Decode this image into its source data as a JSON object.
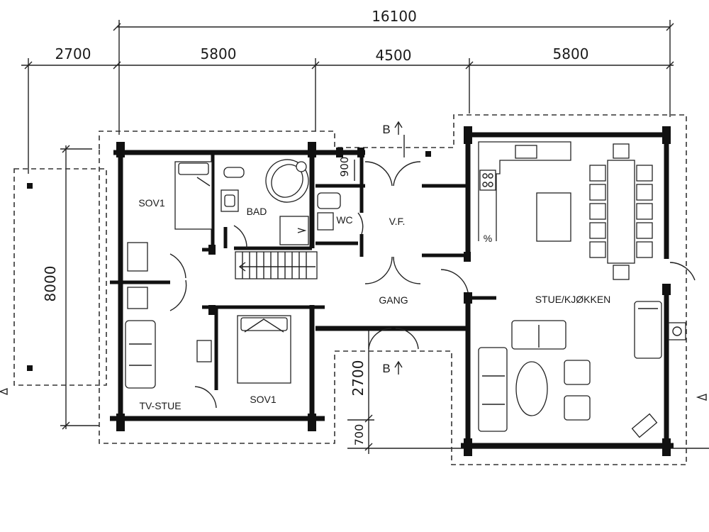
{
  "dimensions": {
    "total_width": "16100",
    "seg_left": "2700",
    "seg_1": "5800",
    "seg_2": "4500",
    "seg_3": "5800",
    "depth": "8000",
    "porch_depth": "2700",
    "porch_offset": "700",
    "corridor": "900"
  },
  "rooms": {
    "sov1_top": "SOV1",
    "bad": "BAD",
    "wc": "WC",
    "vf": "V.F.",
    "gang": "GANG",
    "stue_kjokken": "STUE/KJØKKEN",
    "tv_stue": "TV-STUE",
    "sov1_bottom": "SOV1"
  },
  "section_marks": {
    "top": "B",
    "bottom": "B"
  },
  "symbols": {
    "percent": "%"
  }
}
